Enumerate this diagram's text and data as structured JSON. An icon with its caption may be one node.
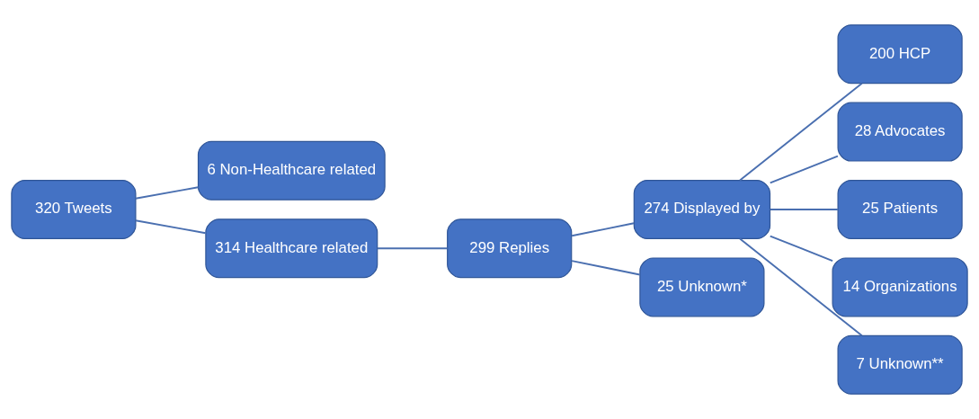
{
  "diagram": {
    "nodes": [
      {
        "text": [
          "320 Tweets"
        ]
      },
      {
        "text": [
          "6 Non-Healthcare related"
        ]
      },
      {
        "text": [
          "314 Healthcare related"
        ]
      },
      {
        "text": [
          "299 Replies"
        ]
      },
      {
        "text": [
          "274 Displayed by"
        ]
      },
      {
        "text": [
          "25 Unknown*"
        ]
      },
      {
        "text": [
          "200 HCP"
        ]
      },
      {
        "text": [
          "28 Advocates"
        ]
      },
      {
        "text": [
          "25 Patients"
        ]
      },
      {
        "text": [
          "14 Organizations"
        ]
      },
      {
        "text": [
          "7 Unknown**"
        ]
      }
    ],
    "edges": [
      {
        "from": 0,
        "to": 1,
        "arrow": "none"
      },
      {
        "from": 0,
        "to": 2,
        "arrow": "none"
      },
      {
        "from": 2,
        "to": 3,
        "arrow": "none"
      },
      {
        "from": 3,
        "to": 4,
        "arrow": "none"
      },
      {
        "from": 3,
        "to": 5,
        "arrow": "none"
      },
      {
        "from": 4,
        "to": 6,
        "arrow": "none"
      },
      {
        "from": 4,
        "to": 7,
        "arrow": "none"
      },
      {
        "from": 4,
        "to": 8,
        "arrow": "none"
      },
      {
        "from": 4,
        "to": 9,
        "arrow": "none"
      },
      {
        "from": 4,
        "to": 10,
        "arrow": "none"
      }
    ]
  }
}
